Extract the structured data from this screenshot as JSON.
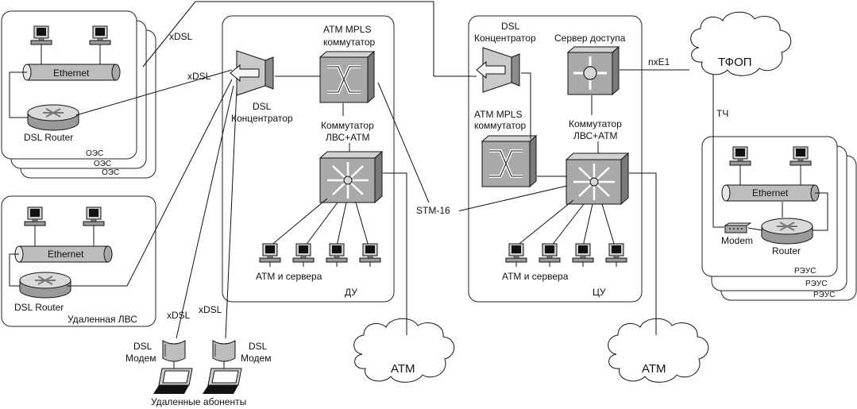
{
  "colors": {
    "device_face": "#a9a9a9",
    "device_light": "#d8d8d8",
    "device_dark": "#6e6e6e",
    "line": "#111111"
  },
  "labels": {
    "xdsl_top": "xDSL",
    "xdsl_mid": "xDSL",
    "xdsl_left": "xDSL",
    "xdsl_right": "xDSL",
    "nxe1": "nxE1",
    "tch": "ТЧ",
    "stm16": "STM-16"
  },
  "oes": {
    "stack": [
      "ОЭС",
      "ОЭС",
      "ОЭС"
    ],
    "ethernet": "Ethernet",
    "router": "DSL Router"
  },
  "remote_lan": {
    "name": "Удаленная ЛВС",
    "ethernet": "Ethernet",
    "router": "DSL Router"
  },
  "du": {
    "name": "ДУ",
    "dsl_concentrator": [
      "DSL",
      "Концентратор"
    ],
    "atm_mpls_switch": [
      "ATM MPLS",
      "коммутатор"
    ],
    "lan_atm_switch": [
      "Коммутатор",
      "ЛВС+АТМ"
    ],
    "servers": "АТМ и сервера"
  },
  "cu": {
    "name": "ЦУ",
    "dsl_concentrator": [
      "DSL",
      "Концентратор"
    ],
    "atm_mpls_switch": [
      "ATM MPLS",
      "коммутатор"
    ],
    "access_server": "Сервер доступа",
    "lan_atm_switch": [
      "Коммутатор",
      "ЛВС+АТМ"
    ],
    "servers": "АТМ и сервера"
  },
  "reus": {
    "stack": [
      "РЭУС",
      "РЭУС",
      "РЭУС"
    ],
    "ethernet": "Ethernet",
    "modem": "Modem",
    "router": "Router"
  },
  "clouds": {
    "pstn": "ТФОП",
    "atm_left": "АТМ",
    "atm_right": "АТМ"
  },
  "remote_subscribers": {
    "modem_left": [
      "DSL",
      "Модем"
    ],
    "modem_right": [
      "DSL",
      "Модем"
    ],
    "caption": "Удаленные абоненты"
  }
}
